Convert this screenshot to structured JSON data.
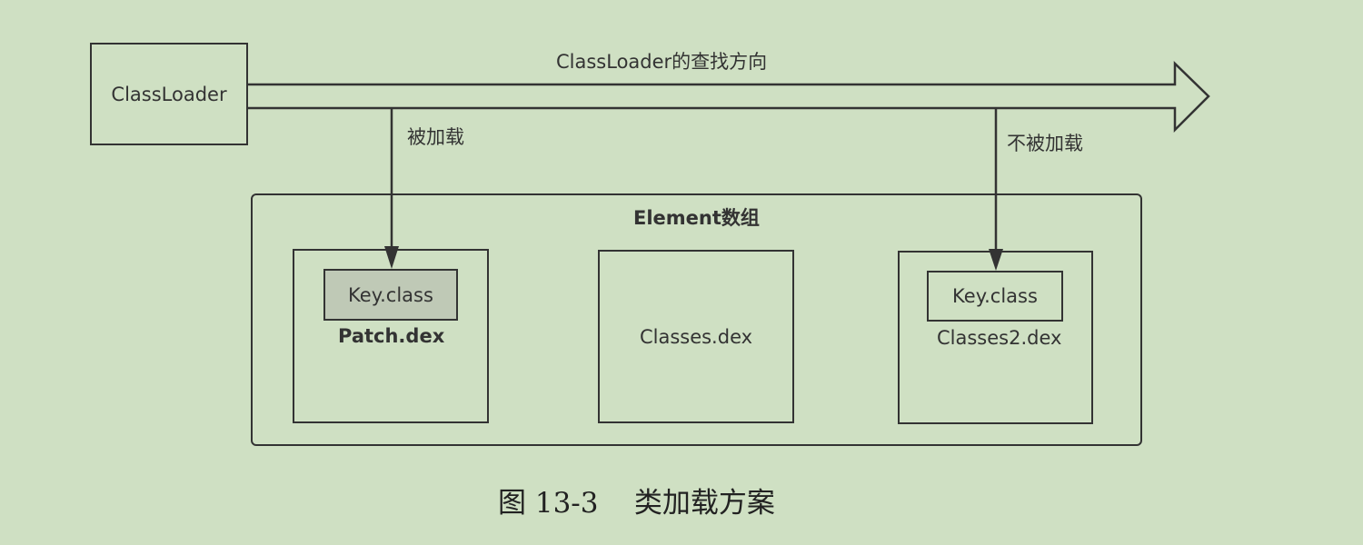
{
  "classloader_label": "ClassLoader",
  "search_direction_label": "ClassLoader的查找方向",
  "loaded_label": "被加载",
  "not_loaded_label": "不被加载",
  "element_array_title": "Element数组",
  "dex_files": [
    {
      "name": "Patch.dex",
      "key_class": "Key.class"
    },
    {
      "name": "Classes.dex"
    },
    {
      "name": "Classes2.dex",
      "key_class": "Key.class"
    }
  ],
  "caption": "图 13-3    类加载方案",
  "colors": {
    "background": "#cfe0c3",
    "line": "#333333",
    "patch_key_fill": "#bfc9b6"
  }
}
